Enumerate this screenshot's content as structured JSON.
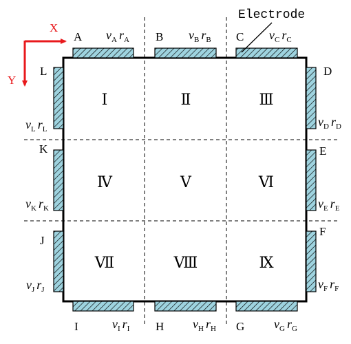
{
  "axes": {
    "x_label": "X",
    "y_label": "Y",
    "color": "#e8191c"
  },
  "electrode_label": "Electrode",
  "colors": {
    "electrode_fill": "#9ed3df",
    "stroke": "#000000",
    "dashed": "#000000"
  },
  "regions": [
    "Ⅰ",
    "Ⅱ",
    "Ⅲ",
    "Ⅳ",
    "Ⅴ",
    "Ⅵ",
    "Ⅶ",
    "Ⅷ",
    "Ⅸ"
  ],
  "electrodes": [
    {
      "id": "A",
      "v": "v",
      "v_sub": "A",
      "r": "r",
      "r_sub": "A"
    },
    {
      "id": "B",
      "v": "v",
      "v_sub": "B",
      "r": "r",
      "r_sub": "B"
    },
    {
      "id": "C",
      "v": "v",
      "v_sub": "C",
      "r": "r",
      "r_sub": "C"
    },
    {
      "id": "D",
      "v": "v",
      "v_sub": "D",
      "r": "r",
      "r_sub": "D"
    },
    {
      "id": "E",
      "v": "v",
      "v_sub": "E",
      "r": "r",
      "r_sub": "E"
    },
    {
      "id": "F",
      "v": "v",
      "v_sub": "F",
      "r": "r",
      "r_sub": "F"
    },
    {
      "id": "G",
      "v": "v",
      "v_sub": "G",
      "r": "r",
      "r_sub": "G"
    },
    {
      "id": "H",
      "v": "v",
      "v_sub": "H",
      "r": "r",
      "r_sub": "H"
    },
    {
      "id": "I",
      "v": "v",
      "v_sub": "I",
      "r": "r",
      "r_sub": "I"
    },
    {
      "id": "J",
      "v": "v",
      "v_sub": "J",
      "r": "r",
      "r_sub": "J"
    },
    {
      "id": "K",
      "v": "v",
      "v_sub": "K",
      "r": "r",
      "r_sub": "K"
    },
    {
      "id": "L",
      "v": "v",
      "v_sub": "L",
      "r": "r",
      "r_sub": "L"
    }
  ]
}
